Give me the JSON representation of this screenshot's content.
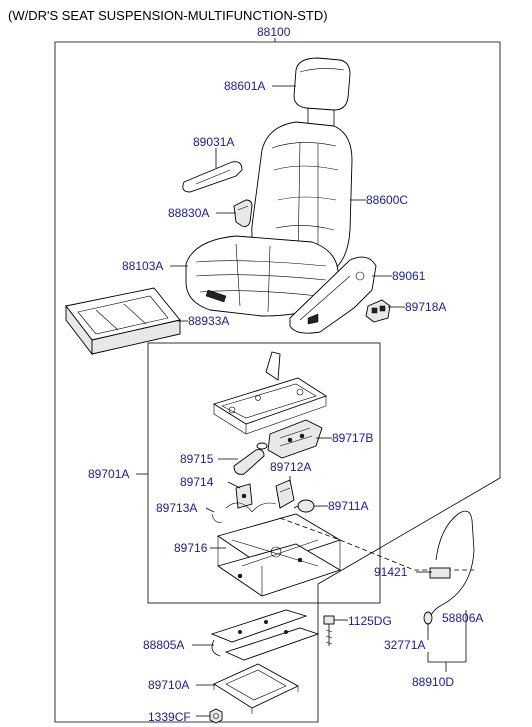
{
  "title": "(W/DR'S SEAT SUSPENSION-MULTIFUNCTION-STD)",
  "colors": {
    "label": "#1a1aa6",
    "line": "#000000",
    "background": "#ffffff"
  },
  "labels": {
    "p88100": "88100",
    "p88601A": "88601A",
    "p89031A": "89031A",
    "p88600C": "88600C",
    "p88830A": "88830A",
    "p88103A": "88103A",
    "p89061": "89061",
    "p89718A": "89718A",
    "p88933A": "88933A",
    "p89717B": "89717B",
    "p89715": "89715",
    "p89712A": "89712A",
    "p89701A": "89701A",
    "p89714": "89714",
    "p89713A": "89713A",
    "p89711A": "89711A",
    "p89716": "89716",
    "p91421": "91421",
    "p1125DG": "1125DG",
    "p58806A": "58806A",
    "p88805A": "88805A",
    "p32771A": "32771A",
    "p89710A": "89710A",
    "p88910D": "88910D",
    "p1339CF": "1339CF"
  }
}
